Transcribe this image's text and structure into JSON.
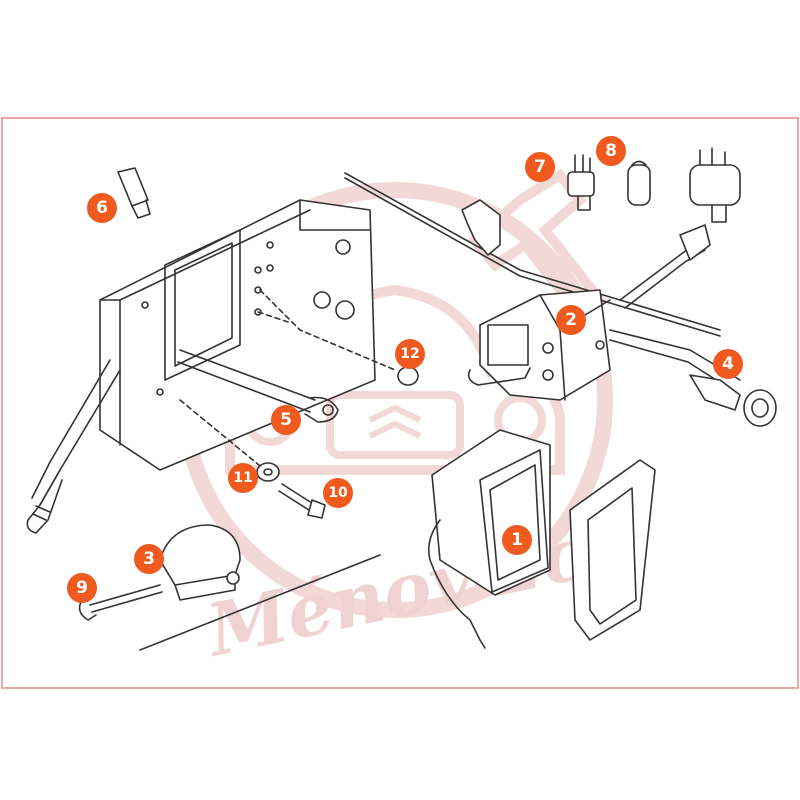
{
  "colors": {
    "frame": "#e8a7a7",
    "callout": "#f05a1e",
    "line": "#333333",
    "watermark": "#f1d2d2"
  },
  "watermark": {
    "text": "Ménov'2cv"
  },
  "callouts": [
    {
      "id": "1",
      "label": "1"
    },
    {
      "id": "2",
      "label": "2"
    },
    {
      "id": "3",
      "label": "3"
    },
    {
      "id": "4",
      "label": "4"
    },
    {
      "id": "5",
      "label": "5"
    },
    {
      "id": "6",
      "label": "6"
    },
    {
      "id": "7",
      "label": "7"
    },
    {
      "id": "8",
      "label": "8"
    },
    {
      "id": "9",
      "label": "9"
    },
    {
      "id": "10",
      "label": "10"
    },
    {
      "id": "11",
      "label": "11"
    },
    {
      "id": "12",
      "label": "12"
    }
  ]
}
